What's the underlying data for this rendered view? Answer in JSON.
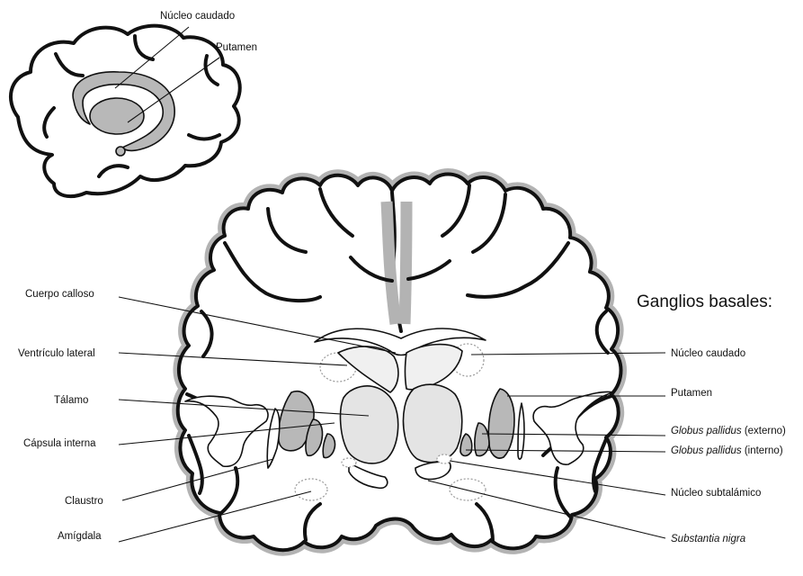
{
  "heading": "Ganglios basales:",
  "inset_labels": {
    "caudate": "Núcleo caudado",
    "putamen": "Putamen"
  },
  "left_labels": {
    "corpus_callosum": "Cuerpo calloso",
    "lateral_ventricle": "Ventrículo lateral",
    "thalamus": "Tálamo",
    "internal_capsule": "Cápsula interna",
    "claustrum": "Claustro",
    "amygdala": "Amígdala"
  },
  "right_labels": {
    "caudate": "Núcleo caudado",
    "putamen": "Putamen",
    "gp_ext_name": "Globus pallidus",
    "gp_ext_suffix": " (externo)",
    "gp_int_name": "Globus pallidus",
    "gp_int_suffix": " (interno)",
    "subthalamic": "Núcleo subtalámico",
    "substantia_nigra": "Substantia nigra"
  },
  "colors": {
    "outline": "#111111",
    "cortex_gray": "#b3b3b3",
    "basal_ganglia_fill": "#b8b8b8",
    "thalamus_fill": "#e4e4e4",
    "caudate_fill": "#f0f0f0",
    "background": "#ffffff"
  }
}
